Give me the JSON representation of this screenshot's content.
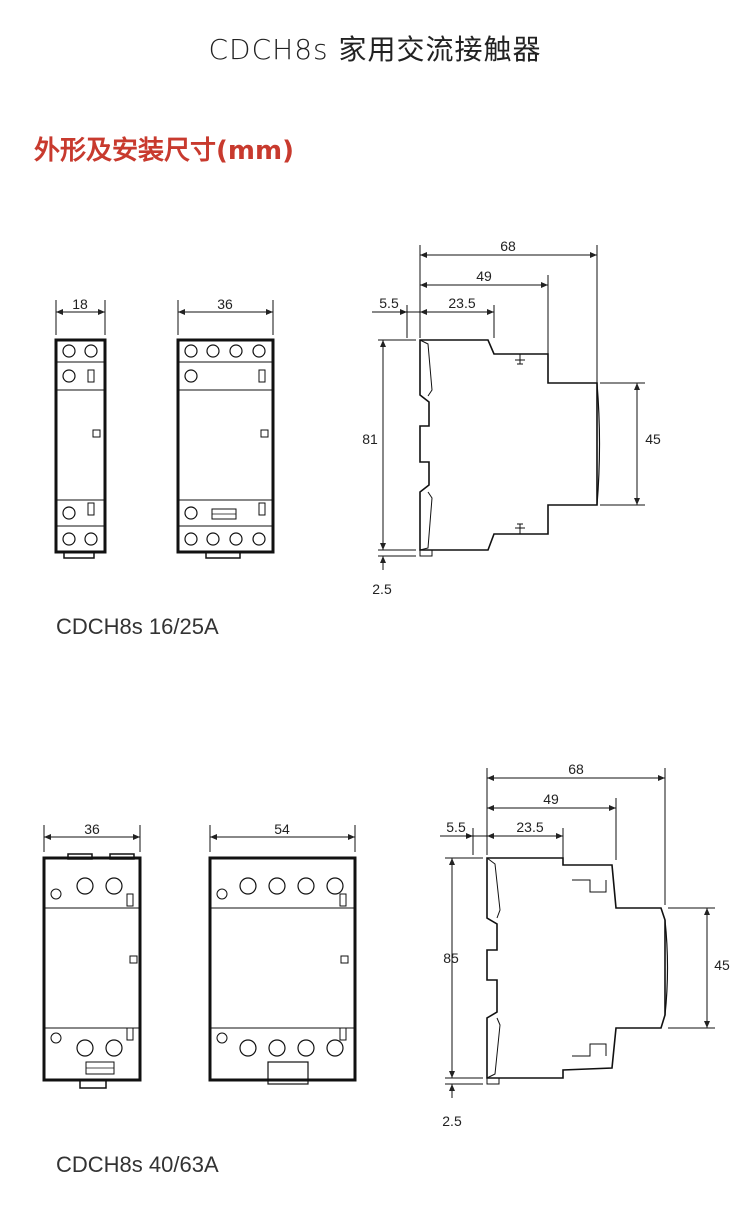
{
  "page_title": "CDCH8s 家用交流接触器",
  "section_title": "外形及安装尺寸(mm)",
  "model_a": {
    "caption": "CDCH8s 16/25A",
    "front_widths": [
      "18",
      "36"
    ],
    "side": {
      "overall_depth": "68",
      "mid_depth": "49",
      "rail_offset": "5.5",
      "front_offset": "23.5",
      "height": "81",
      "front_height": "45",
      "rail_gap": "2.5"
    }
  },
  "model_b": {
    "caption": "CDCH8s 40/63A",
    "front_widths": [
      "36",
      "54"
    ],
    "side": {
      "overall_depth": "68",
      "mid_depth": "49",
      "rail_offset": "5.5",
      "front_offset": "23.5",
      "height": "85",
      "front_height": "45",
      "rail_gap": "2.5"
    }
  }
}
